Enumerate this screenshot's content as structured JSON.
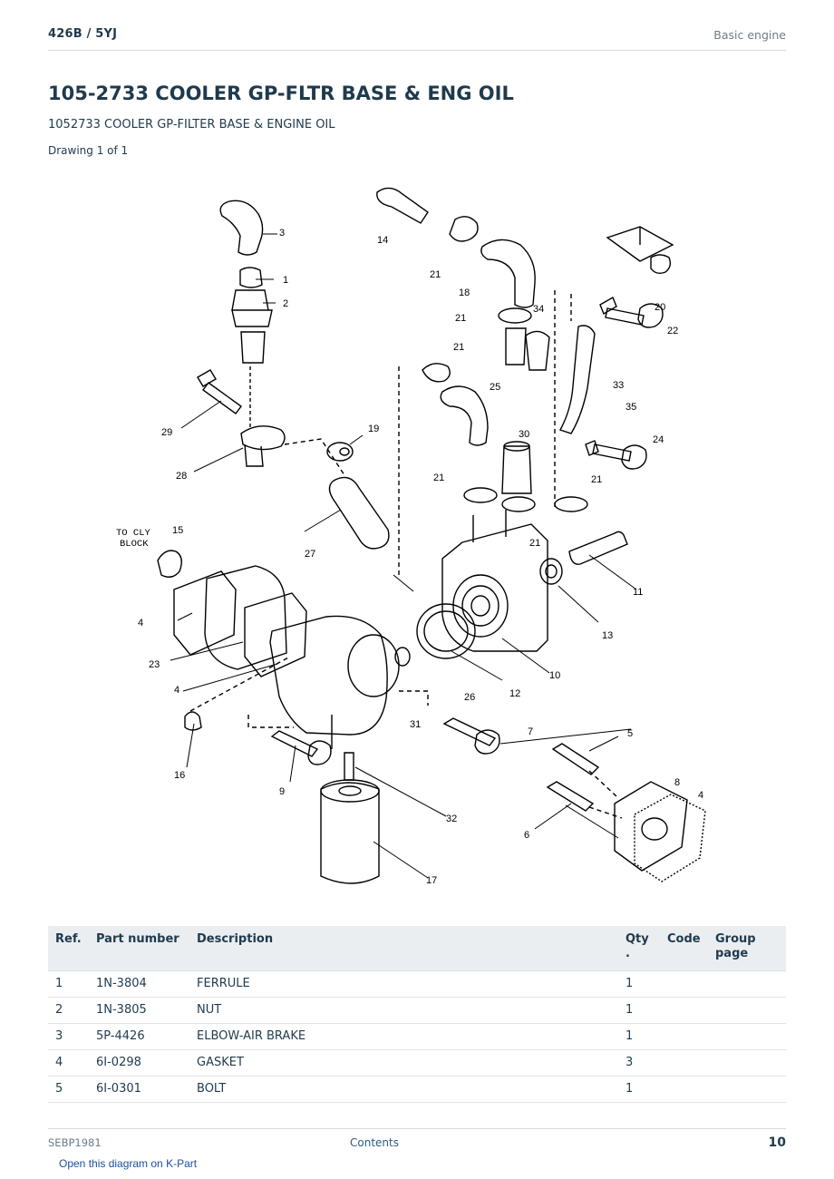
{
  "header": {
    "model": "426B  /  5YJ",
    "section": "Basic engine"
  },
  "title": "105-2733 COOLER GP-FLTR BASE & ENG OIL",
  "subtitle": "1052733 COOLER GP-FILTER BASE & ENGINE OIL",
  "drawing_label": "Drawing 1 of 1",
  "diagram": {
    "callouts": [
      "1",
      "2",
      "3",
      "4",
      "4",
      "4",
      "5",
      "6",
      "7",
      "8",
      "9",
      "10",
      "11",
      "12",
      "13",
      "14",
      "15",
      "16",
      "17",
      "18",
      "19",
      "20",
      "21",
      "21",
      "21",
      "21",
      "21",
      "21",
      "21",
      "22",
      "23",
      "24",
      "25",
      "26",
      "27",
      "28",
      "29",
      "30",
      "31",
      "32",
      "33",
      "34",
      "35"
    ],
    "note_line1": "TO CLY",
    "note_line2": "BLOCK"
  },
  "table": {
    "columns": [
      "Ref.",
      "Part number",
      "Description",
      "Qty\n.",
      "Code",
      "Group\npage"
    ],
    "rows": [
      {
        "ref": "1",
        "part": "1N-3804",
        "desc": "FERRULE",
        "qty": "1",
        "code": "",
        "page": ""
      },
      {
        "ref": "2",
        "part": "1N-3805",
        "desc": "NUT",
        "qty": "1",
        "code": "",
        "page": ""
      },
      {
        "ref": "3",
        "part": "5P-4426",
        "desc": "ELBOW-AIR BRAKE",
        "qty": "1",
        "code": "",
        "page": ""
      },
      {
        "ref": "4",
        "part": "6I-0298",
        "desc": "GASKET",
        "qty": "3",
        "code": "",
        "page": ""
      },
      {
        "ref": "5",
        "part": "6I-0301",
        "desc": "BOLT",
        "qty": "1",
        "code": "",
        "page": ""
      }
    ]
  },
  "footer": {
    "doc_id": "SEBP1981",
    "contents_link": "Contents",
    "page_number": "10",
    "kpart_link": "Open this diagram on K-Part"
  }
}
